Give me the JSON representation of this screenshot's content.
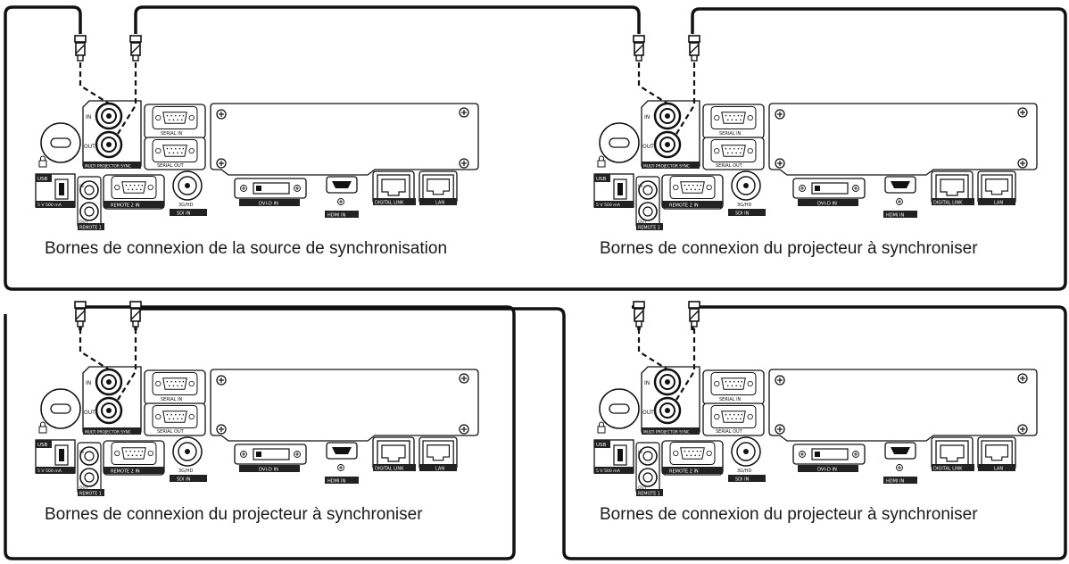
{
  "panels": [
    {
      "caption": "Bornes de connexion de la source de synchronisation"
    },
    {
      "caption": "Bornes de connexion du projecteur à synchroniser"
    },
    {
      "caption": "Bornes de connexion du projecteur à synchroniser"
    },
    {
      "caption": "Bornes de connexion du projecteur à synchroniser"
    }
  ],
  "terminal_labels": {
    "in": "IN",
    "out": "OUT",
    "multi_sync": "MULTI PROJECTOR SYNC",
    "serial_in": "SERIAL IN",
    "serial_out": "SERIAL OUT",
    "usb": "USB",
    "usb_power": "5 V  500 mA",
    "remote1": "REMOTE 1",
    "remote1_in": "IN",
    "remote1_out": "OUT",
    "remote2": "REMOTE 2 IN",
    "sdi_line1": "3G/HD",
    "sdi_line2": "SDI IN",
    "dvi": "DVI-D IN",
    "hdmi": "HDMI IN",
    "digital_link": "DIGITAL LINK",
    "lan": "LAN"
  },
  "colors": {
    "line": "#111111",
    "panel_fill": "#ffffff",
    "label_bar": "#222222"
  },
  "icons": [
    "lock-icon",
    "bnc-connector-icon",
    "screw-icon",
    "network-icon"
  ]
}
